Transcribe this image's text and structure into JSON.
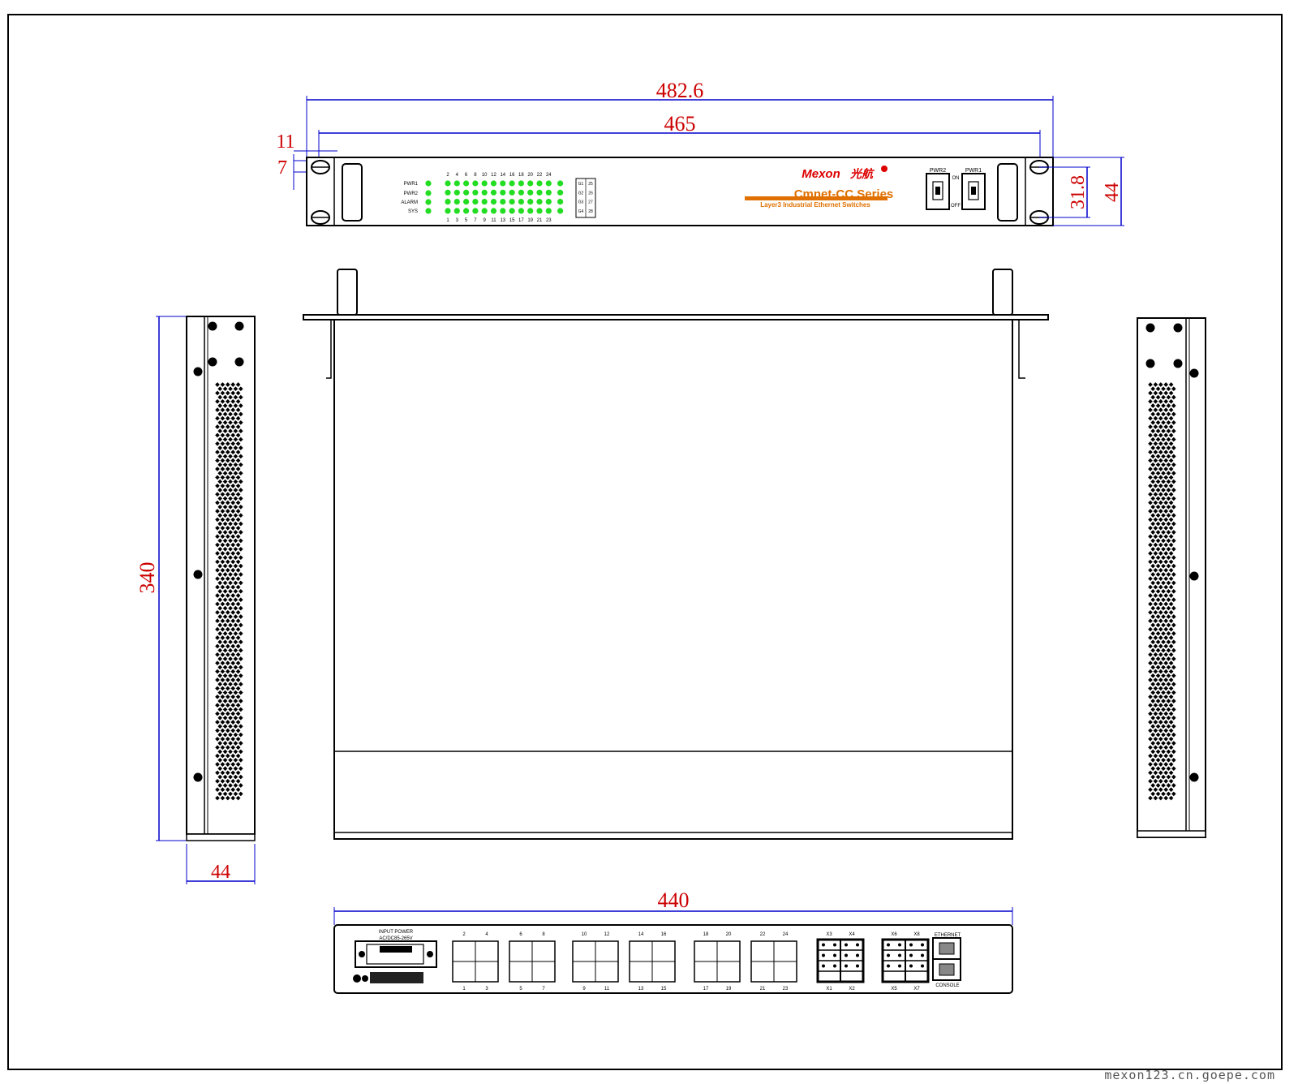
{
  "dimensions": {
    "overall_width": "482.6",
    "mount_width": "465",
    "ear_offset": "11",
    "hole_size": "7",
    "hole_spacing": "31.8",
    "height": "44",
    "depth": "340",
    "side_height": "44",
    "rear_width": "440"
  },
  "front_panel": {
    "brand": "Mexon",
    "brand_cn": "光航",
    "series": "Cmnet-CC Series",
    "subtitle": "Layer3 Industrial Ethernet Switches",
    "led_labels": [
      "PWR1",
      "PWR2",
      "ALARM",
      "SYS"
    ],
    "port_top_numbers": [
      "2",
      "4",
      "6",
      "8",
      "10",
      "12",
      "14",
      "16",
      "18",
      "20",
      "22",
      "24"
    ],
    "port_bottom_numbers": [
      "1",
      "3",
      "5",
      "7",
      "9",
      "11",
      "13",
      "15",
      "17",
      "19",
      "21",
      "23"
    ],
    "uplink_labels": [
      "G1",
      "G2",
      "G3",
      "G4"
    ],
    "uplink_numbers": [
      "25",
      "26",
      "27",
      "28"
    ],
    "switch_pwr2": "PWR2",
    "switch_pwr1": "PWR1",
    "switch_on": "ON",
    "switch_off": "OFF",
    "led_color": "#22dd22",
    "brand_color": "#dd0000",
    "series_color": "#e07000"
  },
  "rear_panel": {
    "input_power_label": "INPUT POWER",
    "input_power_spec": "AC/DC85-265V",
    "port_pairs_top": [
      "2",
      "4",
      "6",
      "8",
      "10",
      "12",
      "14",
      "16",
      "18",
      "20",
      "22",
      "24"
    ],
    "port_pairs_bottom": [
      "1",
      "3",
      "5",
      "7",
      "9",
      "11",
      "13",
      "15",
      "17",
      "19",
      "21",
      "23"
    ],
    "sfp_top": [
      "X3",
      "X4",
      "X6",
      "X8"
    ],
    "sfp_bottom": [
      "X1",
      "X2",
      "X5",
      "X7"
    ],
    "ethernet_label": "ETHERNET",
    "console_label": "CONSOLE"
  },
  "watermark": "mexon123.cn.goepe.com",
  "colors": {
    "dimension_line": "#0000cc",
    "dimension_text": "#cc0000",
    "outline": "#000000"
  }
}
